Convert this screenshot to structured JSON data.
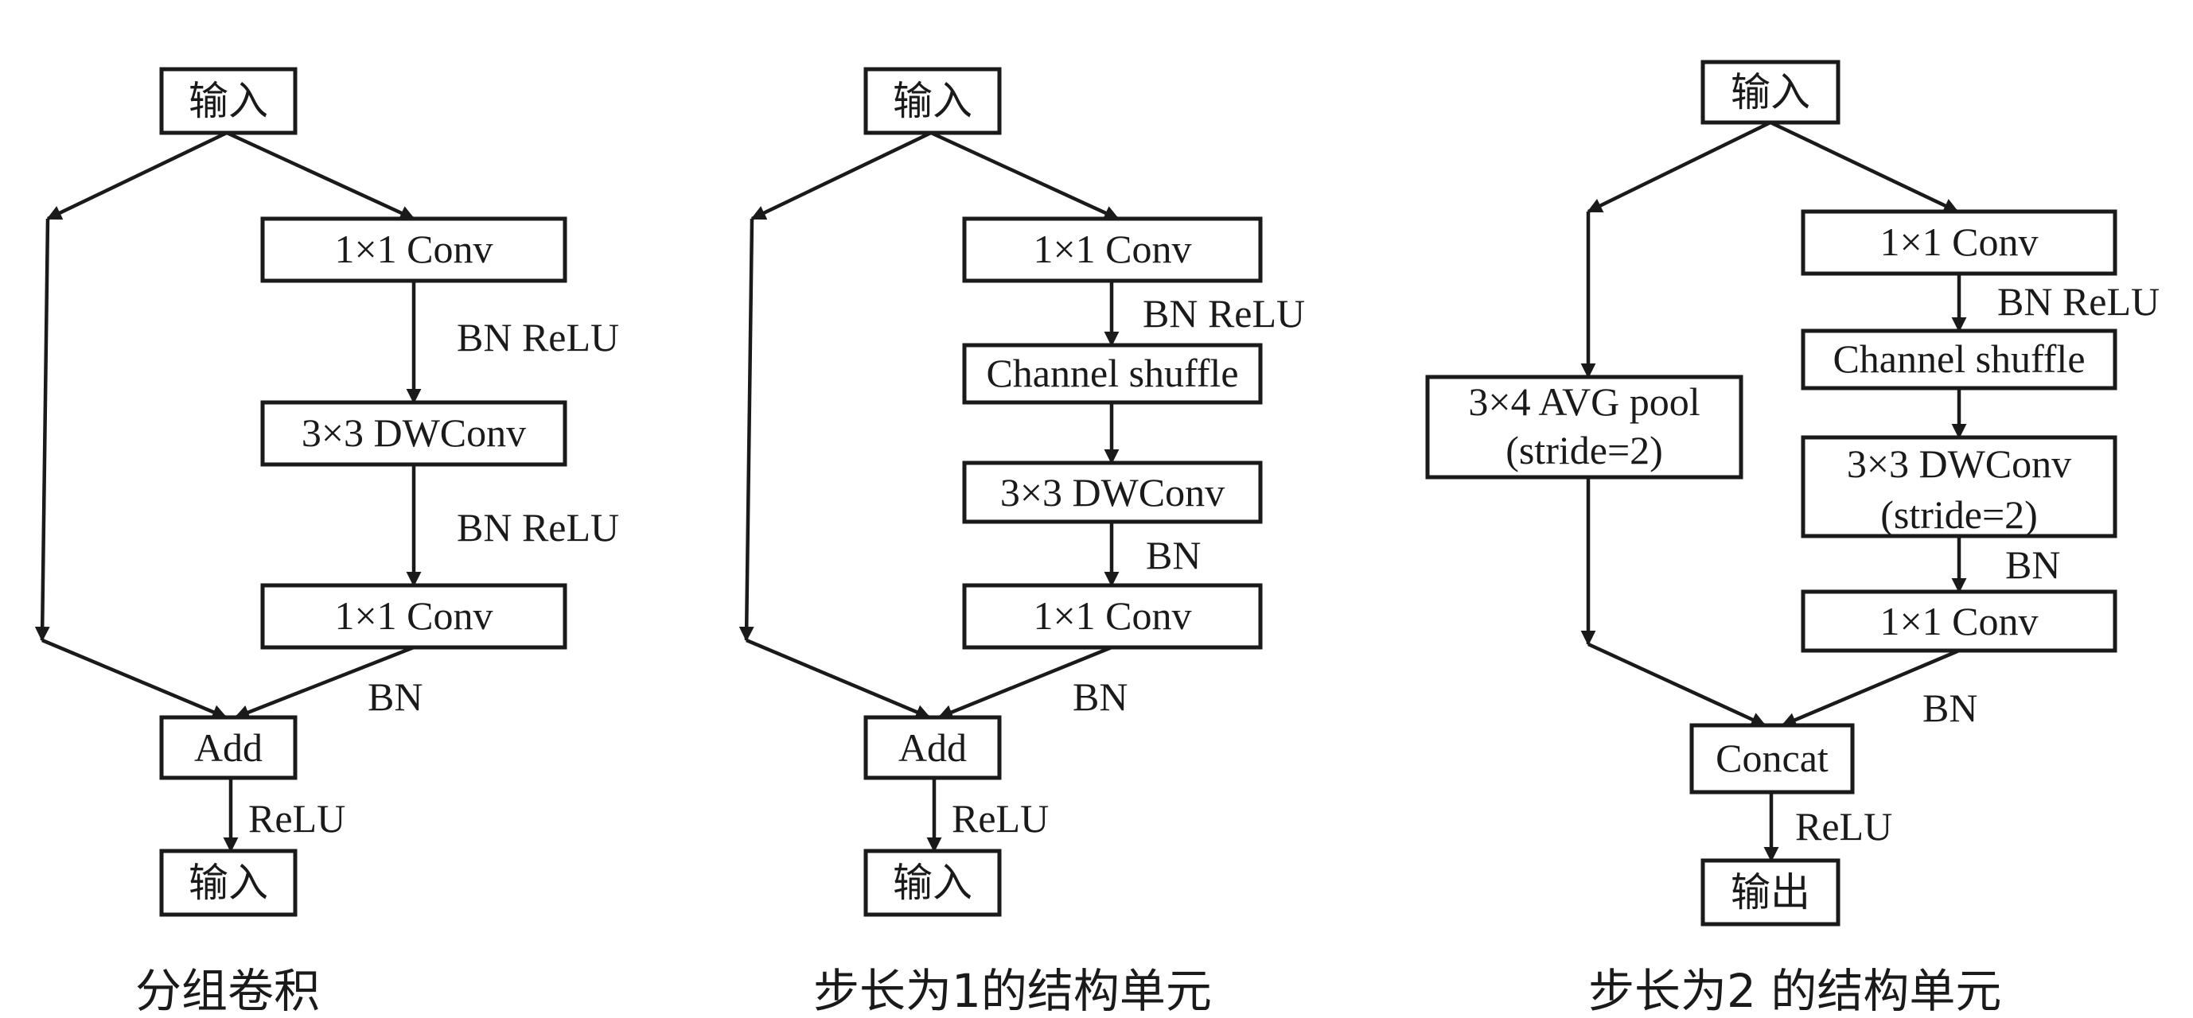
{
  "panels": [
    {
      "caption": "分组卷积",
      "input": "输入",
      "conv1": "1×1 Conv",
      "bnrelu1": "BN ReLU",
      "dwconv": "3×3 DWConv",
      "bnrelu2": "BN ReLU",
      "conv2": "1×1 Conv",
      "bn": "BN",
      "add": "Add",
      "relu": "ReLU",
      "output": "输入"
    },
    {
      "caption": "步长为1的结构单元",
      "input": "输入",
      "conv1": "1×1 Conv",
      "bnrelu": "BN ReLU",
      "shuffle": "Channel shuffle",
      "dwconv": "3×3 DWConv",
      "bn1": "BN",
      "conv2": "1×1 Conv",
      "bn2": "BN",
      "add": "Add",
      "relu": "ReLU",
      "output": "输入"
    },
    {
      "caption": "步长为2 的结构单元",
      "input": "输入",
      "pool_line1": "3×4 AVG pool",
      "pool_line2": "(stride=2)",
      "conv1": "1×1 Conv",
      "bnrelu": "BN ReLU",
      "shuffle": "Channel shuffle",
      "dw_line1": "3×3 DWConv",
      "dw_line2": "(stride=2)",
      "bn1": "BN",
      "conv2": "1×1 Conv",
      "bn2": "BN",
      "concat": "Concat",
      "relu": "ReLU",
      "output": "输出"
    }
  ]
}
